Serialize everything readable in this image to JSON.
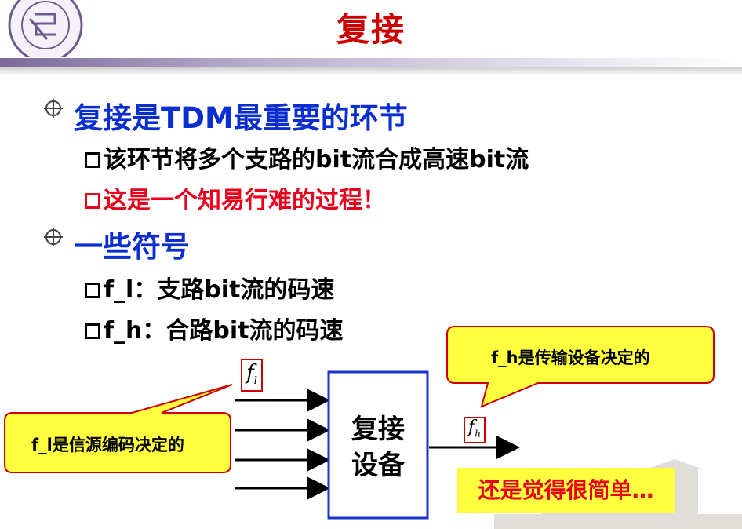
{
  "title": "复接",
  "bullets": [
    {
      "text": "复接是TDM最重要的环节",
      "subs": [
        {
          "text": "该环节将多个支路的bit流合成高速bit流",
          "color": "#000000"
        },
        {
          "text": "这是一个知易行难的过程！",
          "color": "#e8001c"
        }
      ]
    },
    {
      "text": "一些符号",
      "subs": [
        {
          "text": "f_l：支路bit流的码速",
          "color": "#000000"
        },
        {
          "text": "f_h：合路bit流的码速",
          "color": "#000000"
        }
      ]
    }
  ],
  "diagram": {
    "device_label_line1": "复接",
    "device_label_line2": "设备",
    "fl_base": "f",
    "fl_sub": "l",
    "fh_base": "f",
    "fh_sub": "h",
    "callout_left": "f_l是信源编码决定的",
    "callout_right": "f_h是传输设备决定的",
    "note": "还是觉得很简单…",
    "input_count": 4
  },
  "colors": {
    "title": "#cc0000",
    "bullet_main": "#0a2ecf",
    "red": "#e8001c",
    "callout_fill": "#ffff40",
    "device_border": "#1a33cc",
    "fl_box_border": "#cc0000"
  },
  "icons": {
    "logo": "university-seal-logo",
    "bullet": "crosshair-circle-icon",
    "sub_bullet": "square-box-icon"
  }
}
